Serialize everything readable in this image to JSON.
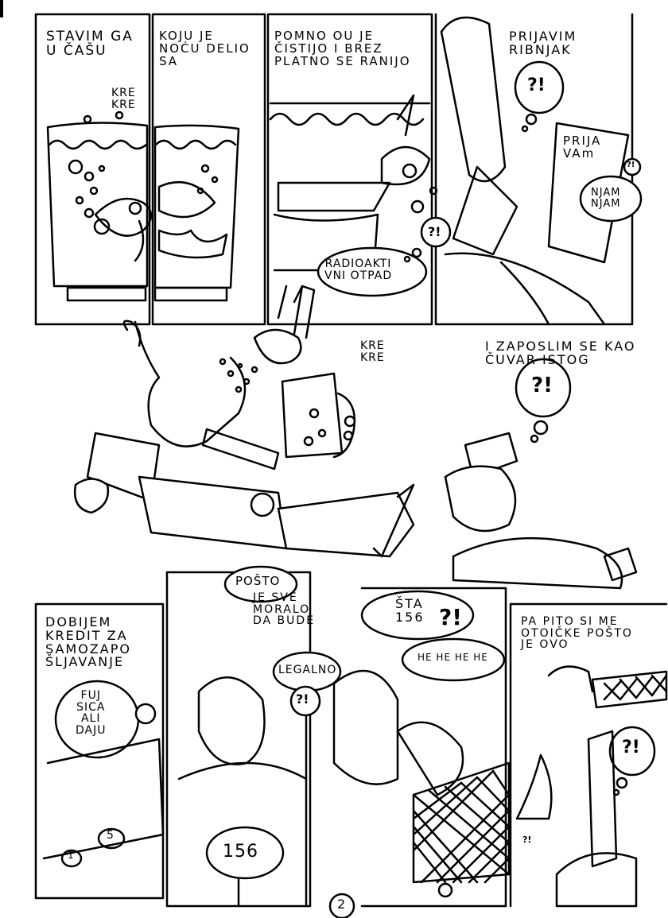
{
  "page": {
    "page_number": "2"
  },
  "row1": {
    "panel1": {
      "caption": "STAVIM GA\nU ČAŠU",
      "sfx": "KRE\nKRE"
    },
    "panel2": {
      "caption": "KOJU JE\nNOĆU DELIO\nSA"
    },
    "panel3": {
      "caption": "POMNO OU JE\nČISTIJO I BREZ\nPLATNO SE RANIJO",
      "bubble_sign": "RADIOAKTI\nVNI OTPAD",
      "thought": "?!"
    },
    "panel4": {
      "caption": "PRIJAVIM\nRIBNJAK",
      "thought": "?!",
      "sign_text": "PRIJA\nVAm",
      "sign_thought": "?!",
      "bubble": "NJAM\nNJAM"
    }
  },
  "middle": {
    "sfx": "KRE\nKRE",
    "caption": "I ZAPOSLIM SE KAO\nČUVAR ISTOG",
    "thought": "?!"
  },
  "row3": {
    "panel1": {
      "caption": "DOBIJEM\nKREDIT ZA\nSAMOZAPO\nŠLJAVANJE",
      "bubble": "FUJ\nSICA\nALI\nDAJU",
      "coin1": "5",
      "coin2": "1"
    },
    "panel2": {
      "bubble1": "POŠTO",
      "caption": "JE SVE\nMORALO\nDA BUDE",
      "bubble2": "LEGALNO",
      "thought": "?!",
      "sign": "156"
    },
    "panel3": {
      "bubble1": "ŠTA\n156",
      "exclaim": "?!",
      "bubble2": "HE HE HE HE"
    },
    "panel4": {
      "caption": "PA PITO SI ME\nOTOIČKE POŠTO\nJE OVO",
      "thought": "?!",
      "small": "?!"
    }
  }
}
